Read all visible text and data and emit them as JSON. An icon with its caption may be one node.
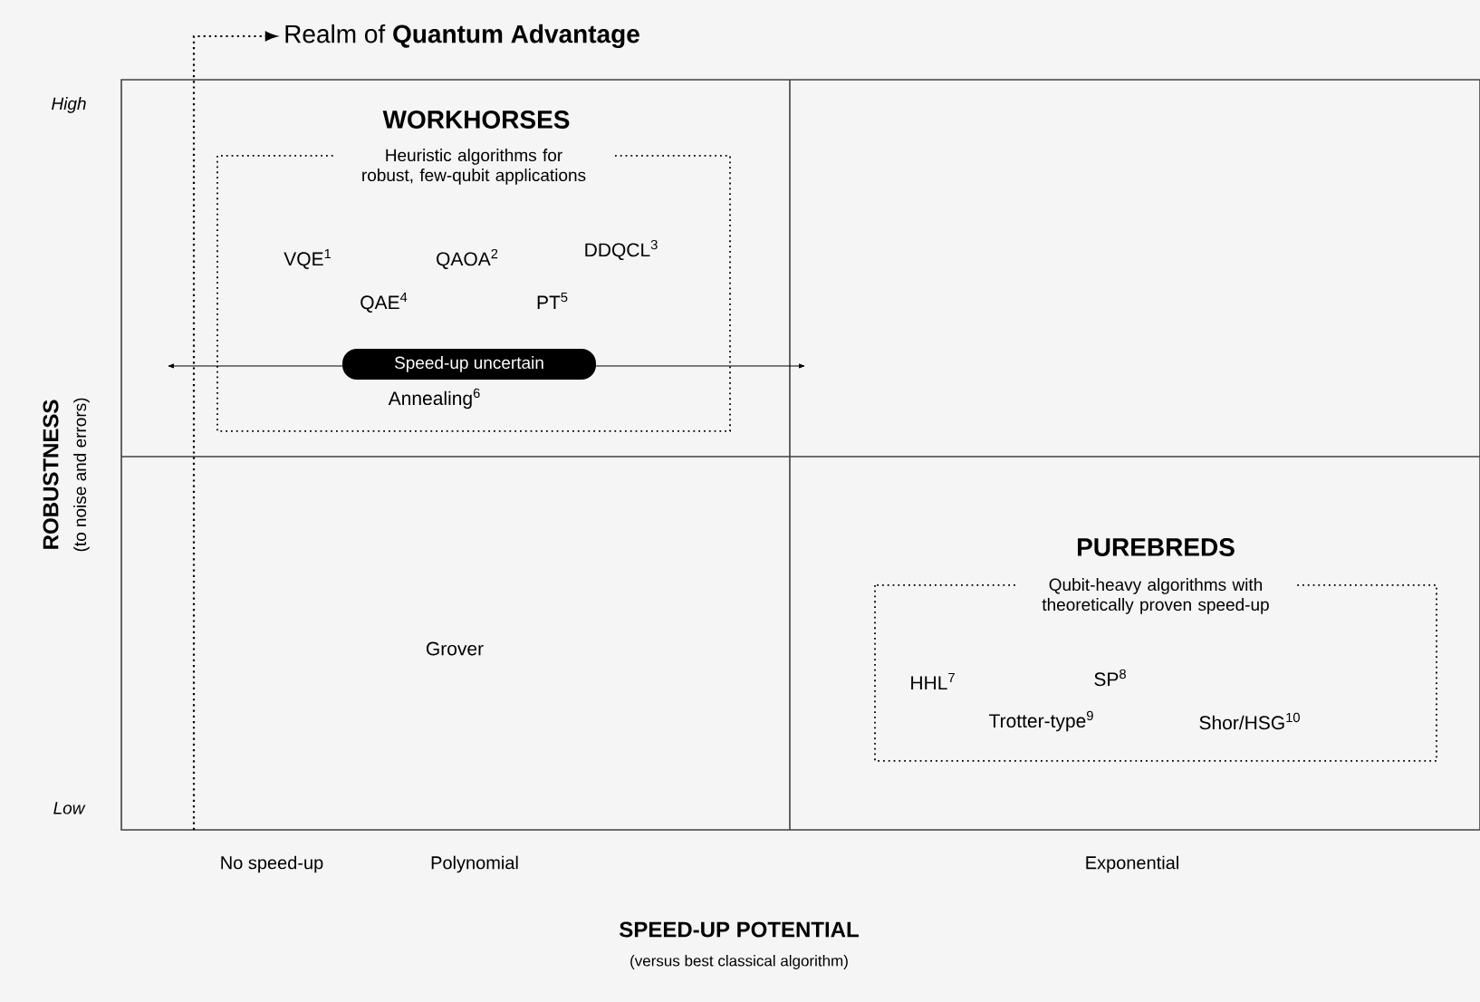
{
  "diagram": {
    "nodes": [
      {
        "text": [
          "WORKHORSES",
          "Heuristic algorithms for robust, few-qubit applications"
        ]
      },
      {
        "text": [
          "Speed-up uncertain"
        ],
        "in": 0
      },
      {
        "text": [
          "PUREBREDS",
          "Qubit-heavy algorithms with theoretically proven speed-up"
        ]
      },
      {
        "text": [
          "Realm of **Quantum Advantage**"
        ]
      }
    ],
    "edges": [
      {
        "from": null,
        "to": 3,
        "arrow": "to",
        "style": "dashed"
      }
    ],
    "labels": [
      "High",
      "VQE$^{1}$",
      "QAOA$^{2}$",
      "DDQCL$^{3}$",
      "QAE$^{4}$",
      "PT$^{5}$",
      "Annealing$^{6}$",
      "ROBUSTNESS",
      "(to noise and errors)",
      "Grover",
      "HHL$^{7}$",
      "SP$^{8}$",
      "Trotter-type$^{9}$",
      "Shor/HSG$^{10}$",
      "Low",
      "No speed-up",
      "Polynomial",
      "Exponential",
      "SPEED-UP POTENTIAL",
      "(versus best classical algorithm)"
    ]
  }
}
